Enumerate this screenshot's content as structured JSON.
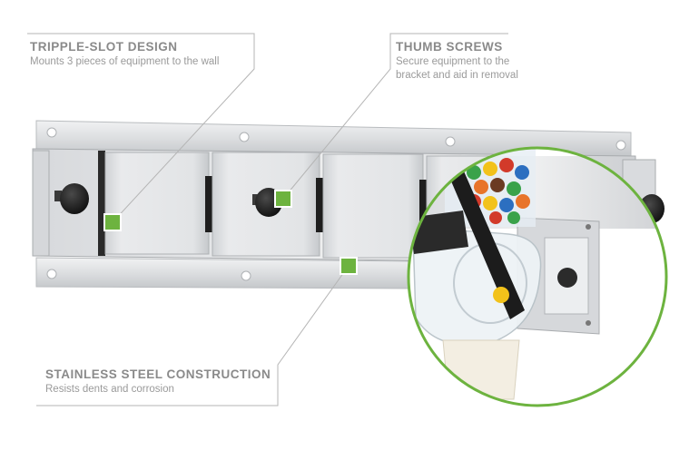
{
  "callouts": {
    "tripple_slot": {
      "title": "TRIPPLE-SLOT DESIGN",
      "desc": "Mounts 3 pieces of equipment to the wall"
    },
    "thumb_screws": {
      "title": "THUMB SCREWS",
      "desc_line1": "Secure equipment to the",
      "desc_line2": "bracket and aid in removal"
    },
    "stainless": {
      "title": "STAINLESS STEEL CONSTRUCTION",
      "desc": "Resists dents and corrosion"
    }
  },
  "colors": {
    "accent_green": "#6db33f",
    "leader_line": "#b5b5b5",
    "steel_light": "#e6e7e9",
    "steel_mid": "#c9cbce",
    "steel_dark": "#9a9da1",
    "knob": "#1d1d1d"
  },
  "icons": {
    "marker": "green-square-marker",
    "knob": "thumb-screw-knob"
  }
}
